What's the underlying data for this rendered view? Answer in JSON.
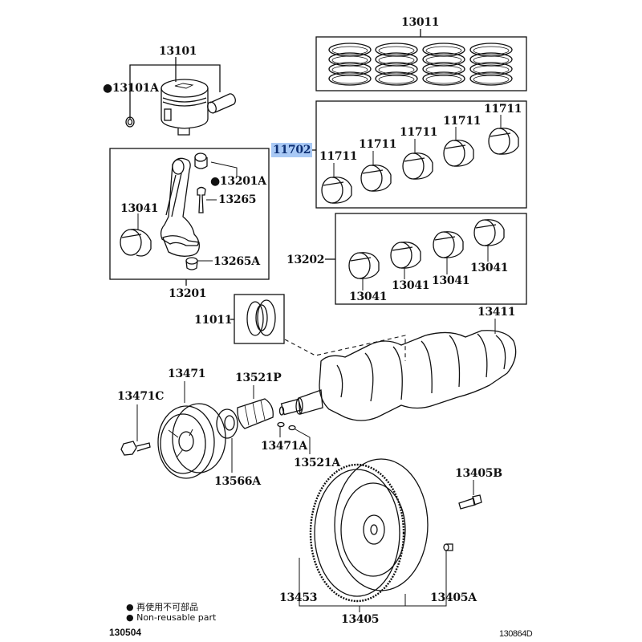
{
  "diagram": {
    "title": "Crankshaft & Piston Parts Diagram",
    "figure_code_left": "130504",
    "figure_code_right": "130864D",
    "legend": {
      "line1": "● 再使用不可部品",
      "line2": "● Non-reusable part"
    },
    "highlight_color": "#a9c9f5",
    "parts": {
      "p13101": "13101",
      "p13101A": "●13101A",
      "p13011": "13011",
      "p11702": "11702",
      "p11711_1": "11711",
      "p11711_2": "11711",
      "p11711_3": "11711",
      "p11711_4": "11711",
      "p11711_5": "11711",
      "p13201A": "●13201A",
      "p13265": "13265",
      "p13041_rod": "13041",
      "p13265A": "13265A",
      "p13201": "13201",
      "p13202": "13202",
      "p13041_a": "13041",
      "p13041_b": "13041",
      "p13041_c": "13041",
      "p13041_d": "13041",
      "p11011": "11011",
      "p13411": "13411",
      "p13471": "13471",
      "p13521P": "13521P",
      "p13471C": "13471C",
      "p13471A": "13471A",
      "p13521A": "13521A",
      "p13566A": "13566A",
      "p13405B": "13405B",
      "p13453": "13453",
      "p13405A": "13405A",
      "p13405": "13405"
    }
  }
}
